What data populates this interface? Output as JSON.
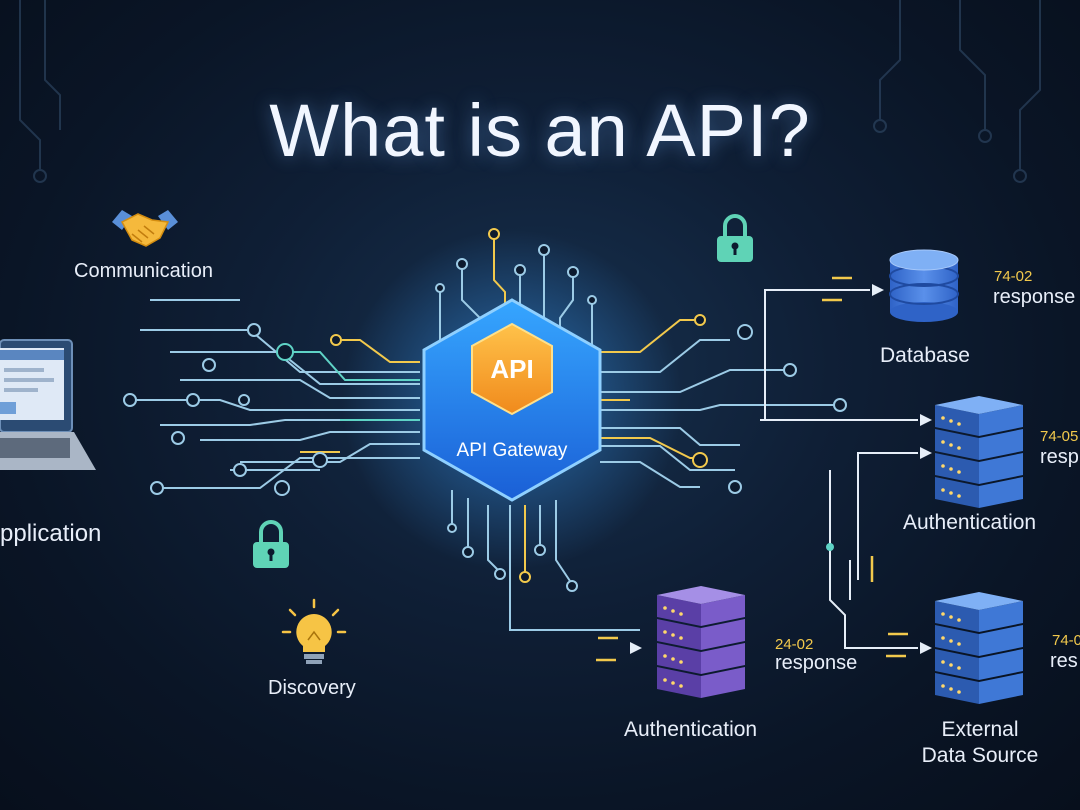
{
  "title": "What is an API?",
  "gateway": {
    "core_label": "API",
    "name": "API Gateway"
  },
  "features": {
    "communication": "Communication",
    "discovery": "Discovery"
  },
  "client": {
    "label": "pplication"
  },
  "services": {
    "database": {
      "label": "Database",
      "code": "74-02",
      "response": "response"
    },
    "auth_right": {
      "label": "Authentication",
      "code": "74-05",
      "response": "resp"
    },
    "auth_bottom": {
      "label": "Authentication",
      "code": "24-02",
      "response": "response"
    },
    "external": {
      "line1": "External",
      "line2": "Data Source",
      "code": "74-0",
      "response": "res"
    }
  },
  "colors": {
    "background": "#0c1a2e",
    "trace_blue": "#9ccbe6",
    "trace_yellow": "#f2c94c",
    "trace_teal": "#5fd3c6",
    "hex_outer": "#1f8fff",
    "hex_inner": "#f5a623",
    "server_purple": "#7a5cc9",
    "server_blue": "#3f78d6",
    "lock_teal": "#5fd3b6",
    "bulb_yellow": "#f6c445"
  }
}
